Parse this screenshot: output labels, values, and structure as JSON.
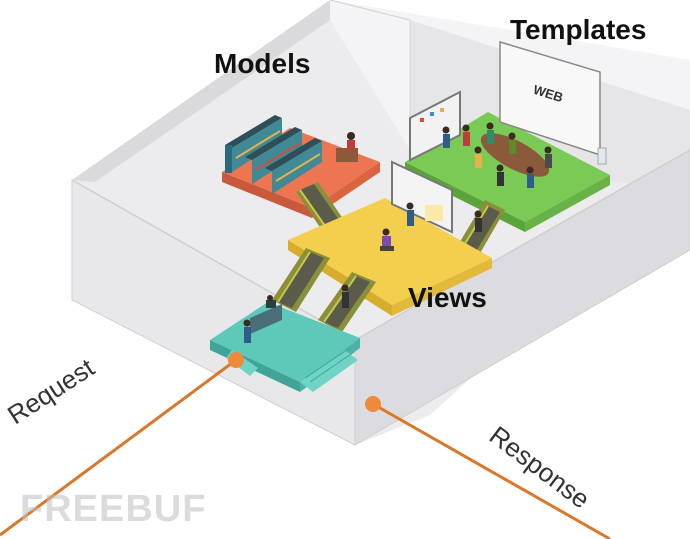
{
  "labels": {
    "models": "Models",
    "templates": "Templates",
    "views": "Views",
    "request": "Request",
    "response": "Response",
    "screen_text": "WEB"
  },
  "watermark": "FREEBUF",
  "colors": {
    "models_floor": "#ee7552",
    "templates_floor": "#7cca56",
    "views_floor": "#f4cf4e",
    "entry_floor": "#5ec8b9",
    "arrow_line": "#d9772a",
    "building_wall": "#e3e3e5"
  }
}
